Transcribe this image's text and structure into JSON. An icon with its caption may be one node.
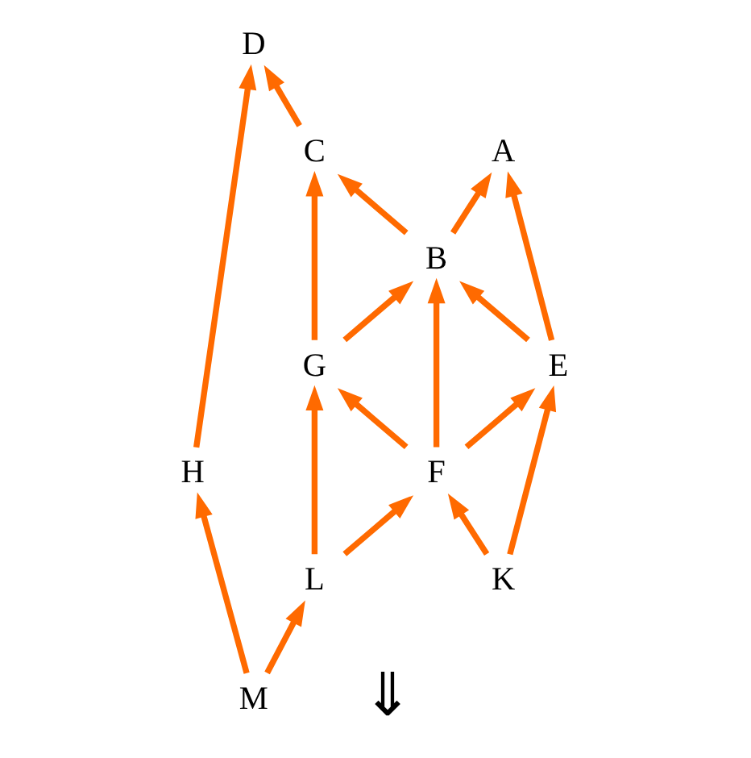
{
  "diagram": {
    "nodes": [
      {
        "text": [
          "A"
        ]
      },
      {
        "text": [
          "B"
        ]
      },
      {
        "text": [
          "C"
        ]
      },
      {
        "text": [
          "D"
        ]
      },
      {
        "text": [
          "E"
        ]
      },
      {
        "text": [
          "G"
        ]
      },
      {
        "text": [
          "H"
        ]
      },
      {
        "text": [
          "F"
        ]
      },
      {
        "text": [
          "K"
        ]
      },
      {
        "text": [
          "L"
        ]
      },
      {
        "text": [
          "M"
        ]
      }
    ],
    "edges": [
      {
        "from": 4,
        "to": 0,
        "arrow": "to"
      },
      {
        "from": 1,
        "to": 0,
        "arrow": "to"
      },
      {
        "from": 4,
        "to": 1,
        "arrow": "to"
      },
      {
        "from": 7,
        "to": 1,
        "arrow": "to"
      },
      {
        "from": 5,
        "to": 1,
        "arrow": "to"
      },
      {
        "from": 1,
        "to": 2,
        "arrow": "to"
      },
      {
        "from": 5,
        "to": 2,
        "arrow": "to"
      },
      {
        "from": 2,
        "to": 3,
        "arrow": "to"
      },
      {
        "from": 6,
        "to": 3,
        "arrow": "to"
      },
      {
        "from": 7,
        "to": 4,
        "arrow": "to"
      },
      {
        "from": 8,
        "to": 4,
        "arrow": "to"
      },
      {
        "from": 7,
        "to": 5,
        "arrow": "to"
      },
      {
        "from": 9,
        "to": 5,
        "arrow": "to"
      },
      {
        "from": 8,
        "to": 7,
        "arrow": "to"
      },
      {
        "from": 9,
        "to": 7,
        "arrow": "to"
      },
      {
        "from": 10,
        "to": 9,
        "arrow": "to"
      },
      {
        "from": 10,
        "to": 6,
        "arrow": "to"
      }
    ],
    "labels": [
      "⇓"
    ]
  }
}
